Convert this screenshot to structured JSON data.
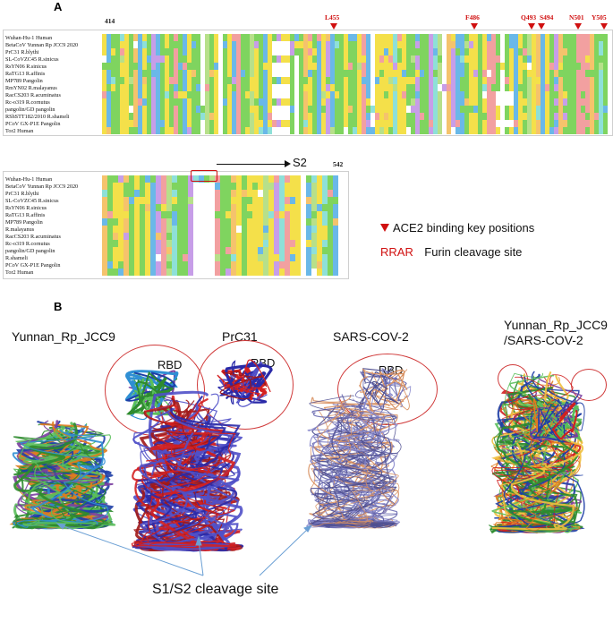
{
  "panel_a": {
    "label": "A",
    "start_position": "414",
    "s2_label": "S2",
    "end_position": "542",
    "key_positions": [
      "L455",
      "F486",
      "Q493",
      "S494",
      "N501",
      "Y505"
    ],
    "top_rows": [
      "Wuhan-Hu-1 Human",
      "BetaCoV Yunnan Rp JCC9 2020",
      "PrC31 R.blythi",
      "SL-CoVZC45 R.sinicus",
      "RsYN06 R.sinicus",
      "RaTG13 R.affinis",
      "MP789 Pangolin",
      "RmYN02 R.malayanus",
      "RacCS203 R.acuminatus",
      "Rc-o319 R.cornutus",
      "pangolin/GD pangolin",
      "RShSTT182/2010 R.shameli",
      "PCoV GX-P1E Pangolin",
      "Tor2 Human"
    ],
    "bottom_rows": [
      "Wuhan-Hu-1 Human",
      "BetaCoV Yunnan Rp JCC9 2020",
      "PrC31 R.blythi",
      "SL-CoVZC45 R.sinicus",
      "RsYN06 R.sinicus",
      "RaTG13 R.affinis",
      "MP789 Pangolin",
      "R.malayanus",
      "RacCS203 R.acuminatus",
      "Rc-o319 R.cornutus",
      "pangolin/GD pangolin",
      "R.shameli",
      "PCoV GX-P1E Pangolin",
      "Tor2 Human"
    ],
    "legend": {
      "ace2_text": "ACE2 binding key positions",
      "furin_code": "RRAR",
      "furin_text": "Furin cleavage site"
    }
  },
  "panel_b": {
    "label": "B",
    "structures": [
      {
        "title": "Yunnan_Rp_JCC9",
        "rbd": "RBD"
      },
      {
        "title": "PrC31",
        "rbd": "RBD"
      },
      {
        "title": "SARS-COV-2",
        "rbd": "RBD"
      },
      {
        "title": "Yunnan_Rp_JCC9\n/SARS-COV-2"
      }
    ],
    "cleavage_label": "S1/S2 cleavage site"
  },
  "colors": {
    "marker_red": "#d01010",
    "circle_red": "#d03a3a",
    "arrow_blue": "#6a9fd4"
  }
}
